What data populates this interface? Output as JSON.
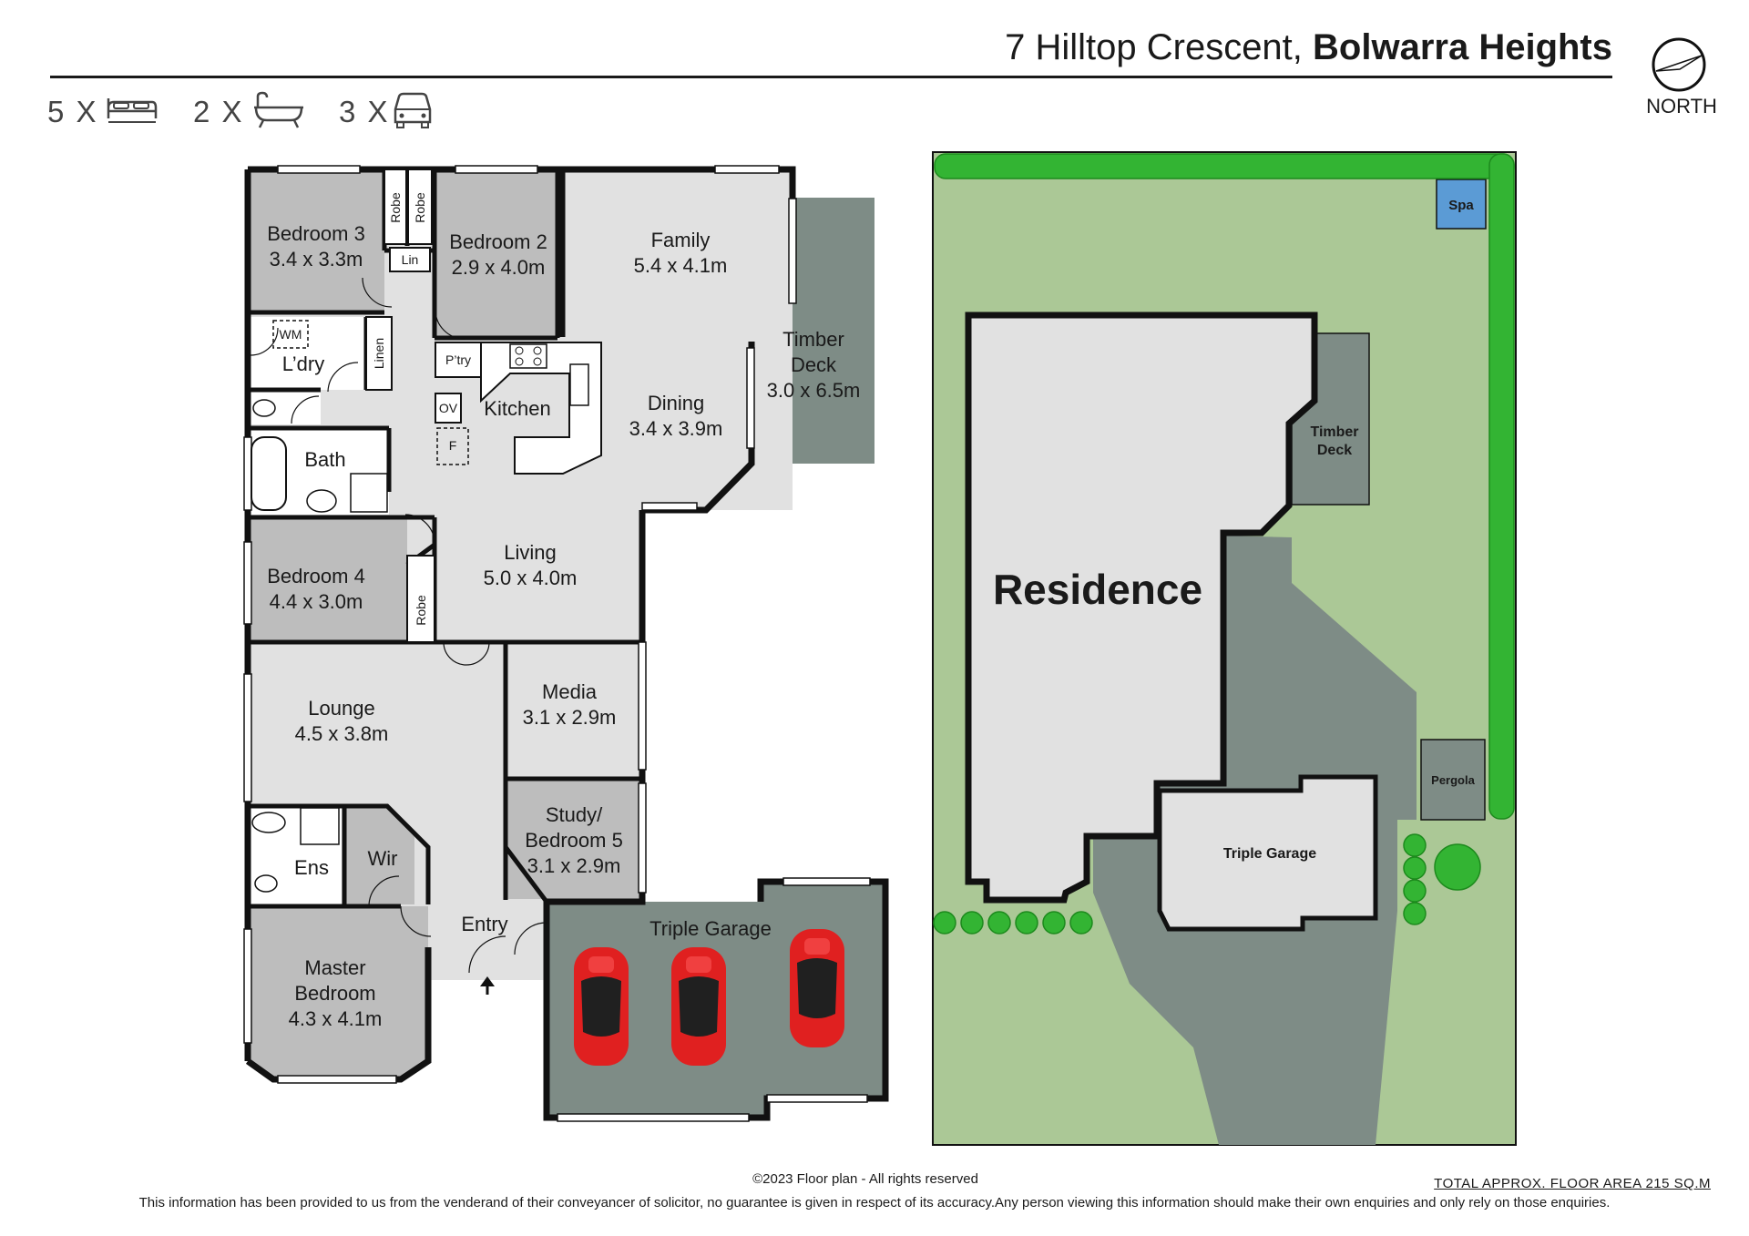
{
  "header": {
    "address_street": "7 Hilltop Crescent,",
    "address_suburb": "Bolwarra Heights",
    "bedrooms": "5 X",
    "bathrooms": "2 X",
    "car_spaces": "3 X",
    "north_label": "NORTH",
    "icons": [
      "bed-icon",
      "bath-icon",
      "car-icon",
      "compass-icon"
    ]
  },
  "floor_plan": {
    "rooms": {
      "bed3": {
        "name": "Bedroom 3",
        "size": "3.4 x 3.3m"
      },
      "bed2": {
        "name": "Bedroom 2",
        "size": "2.9 x 4.0m"
      },
      "family": {
        "name": "Family",
        "size": "5.4 x 4.1m"
      },
      "deck": {
        "name1": "Timber",
        "name2": "Deck",
        "size": "3.0 x 6.5m"
      },
      "dining": {
        "name": "Dining",
        "size": "3.4 x 3.9m"
      },
      "kitchen": {
        "name": "Kitchen"
      },
      "laundry": {
        "name": "L’dry"
      },
      "bath": {
        "name": "Bath"
      },
      "bed4": {
        "name": "Bedroom 4",
        "size": "4.4 x 3.0m"
      },
      "living": {
        "name": "Living",
        "size": "5.0 x 4.0m"
      },
      "lounge": {
        "name": "Lounge",
        "size": "4.5 x 3.8m"
      },
      "media": {
        "name": "Media",
        "size": "3.1 x 2.9m"
      },
      "study": {
        "name1": "Study/",
        "name2": "Bedroom 5",
        "size": "3.1 x 2.9m"
      },
      "ens": {
        "name": "Ens"
      },
      "wir": {
        "name": "Wir"
      },
      "entry": {
        "name": "Entry"
      },
      "master": {
        "name1": "Master",
        "name2": "Bedroom",
        "size": "4.3 x 4.1m"
      },
      "garage": {
        "name": "Triple Garage"
      }
    },
    "fixtures": {
      "robe": "Robe",
      "lin": "Lin",
      "linen": "Linen",
      "wm": "WM",
      "pantry": "P’try",
      "oven": "OV",
      "fridge": "F"
    }
  },
  "site_plan": {
    "residence": "Residence",
    "timber_deck1": "Timber",
    "timber_deck2": "Deck",
    "spa": "Spa",
    "pergola": "Pergola",
    "garage": "Triple Garage"
  },
  "footer": {
    "copyright": "©2023 Floor plan  - All rights reserved",
    "total_area": "TOTAL APPROX. FLOOR AREA 215 SQ.M",
    "disclaimer": "This information has been provided to us from the venderand of their conveyancer of solicitor, no guarantee is given in respect of its accuracy.Any person viewing this information should make their own enquiries and only rely on those enquiries."
  },
  "colors": {
    "room_light": "#e0e0e0",
    "room_dark": "#bdbdbd",
    "deck": "#7e8c86",
    "lawn": "#abc896",
    "hedge": "#33b433",
    "spa": "#5b9bd5",
    "car": "#e02020",
    "wall": "#111111"
  }
}
